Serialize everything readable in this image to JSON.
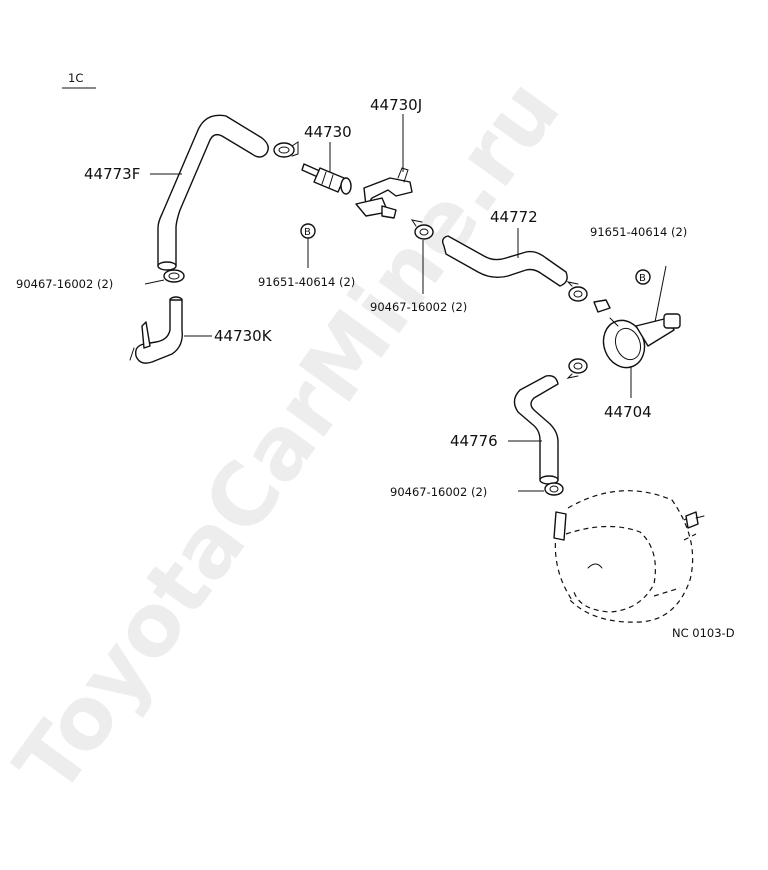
{
  "section_label": "1C",
  "figure_code": "NC 0103-D",
  "watermark": "ToyotaCarMine.ru",
  "symbol_letter": "B",
  "colors": {
    "ink": "#111111",
    "background": "#ffffff"
  },
  "labels": {
    "hose_44773f": "44773F",
    "connector_44730": "44730",
    "bracket_44730j": "44730J",
    "hose_44772": "44772",
    "clip_91651_left": "91651-40614 (2)",
    "clip_91651_right": "91651-40614 (2)",
    "clamp_90467_upper_left": "90467-16002 (2)",
    "clamp_90467_middle": "90467-16002 (2)",
    "clamp_90467_lower": "90467-16002 (2)",
    "pipe_44730k": "44730K",
    "valve_44704": "44704",
    "hose_44776": "44776"
  }
}
